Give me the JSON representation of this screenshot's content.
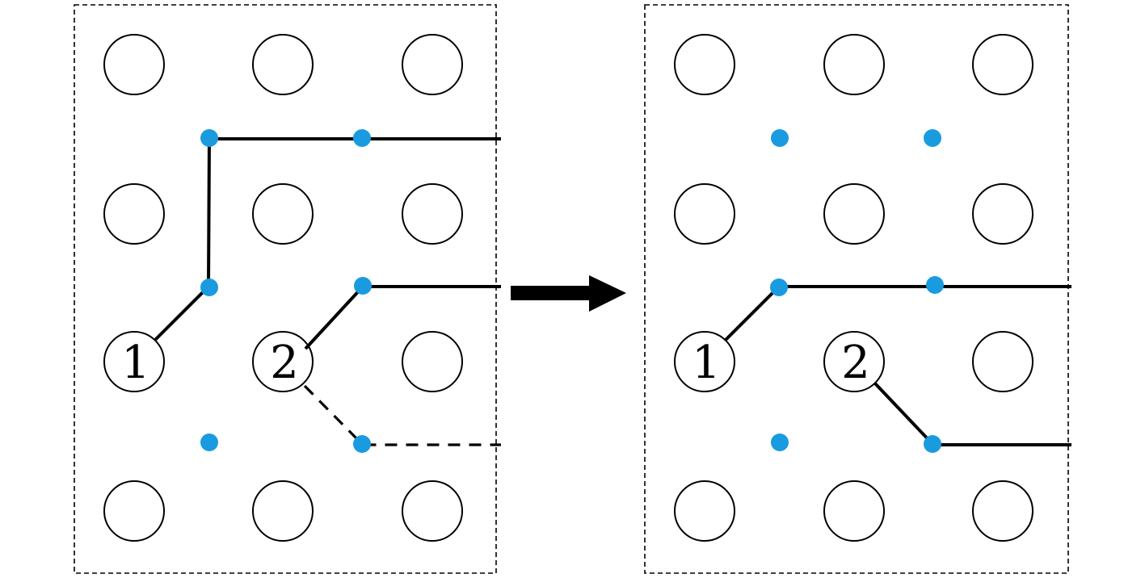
{
  "colors": {
    "via": "#1a9be0",
    "line": "#000000",
    "background": "#ffffff"
  },
  "labels": {
    "left_pin_1": "1",
    "left_pin_2": "2",
    "right_pin_1": "1",
    "right_pin_2": "2"
  },
  "icons": {
    "transition_arrow": "arrow-right-icon"
  }
}
